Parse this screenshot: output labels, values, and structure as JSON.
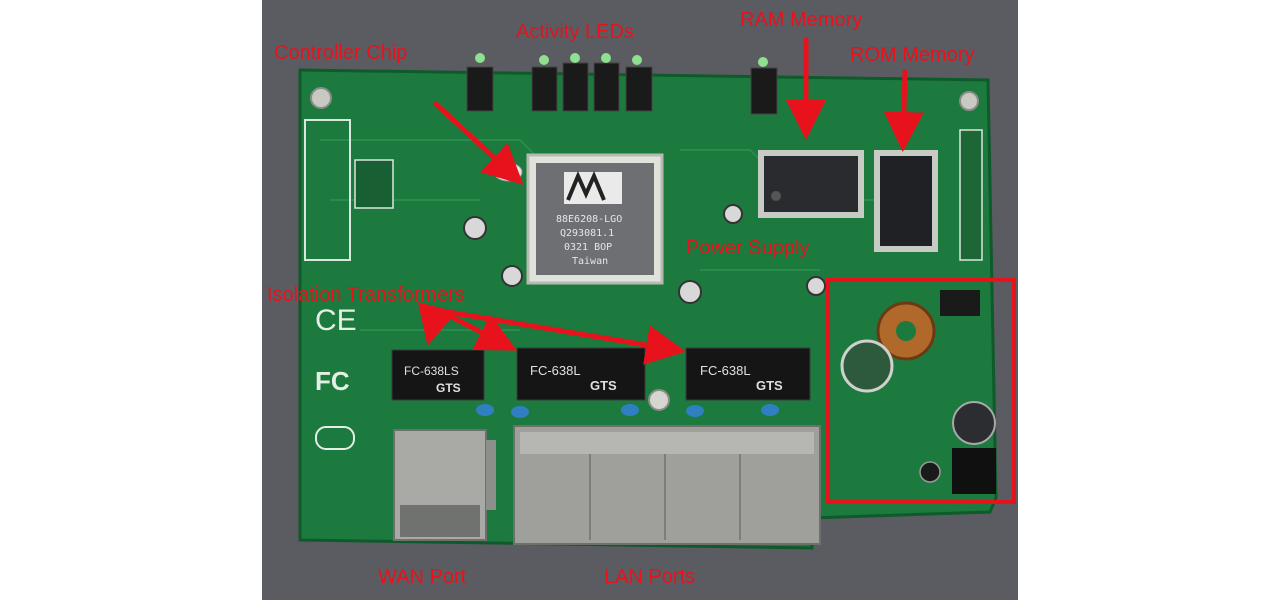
{
  "image": {
    "background_color": "#5b5c61",
    "board_color": "#1c7a3e",
    "label_color": "#e8121c"
  },
  "callouts": {
    "controller_chip": "Controller Chip",
    "activity_leds": "Activity LEDs",
    "ram_memory": "RAM Memory",
    "rom_memory": "ROM Memory",
    "power_supply": "Power Supply",
    "isolation_transformers": "Isolation Transformers",
    "wan_port": "WAN Port",
    "lan_ports": "LAN Ports"
  },
  "board_markings": {
    "controller_line1": "88E6208-LGO",
    "controller_line2": "Q293081.1",
    "controller_line3": "0321 BOP",
    "controller_line4": "Taiwan",
    "transformer_1": "FC-638LS",
    "transformer_2": "FC-638L",
    "transformer_3": "FC-638L",
    "transformer_brand": "GTS",
    "ce_mark": "CE",
    "fc_mark": "FC"
  }
}
